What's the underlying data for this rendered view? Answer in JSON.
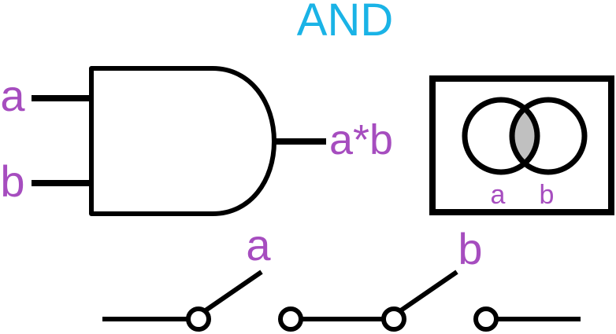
{
  "title": "AND",
  "gate": {
    "input_a": "a",
    "input_b": "b",
    "output": "a*b"
  },
  "venn": {
    "label_a": "a",
    "label_b": "b"
  },
  "switches": {
    "label_a": "a",
    "label_b": "b"
  },
  "colors": {
    "title": "#1AB3E6",
    "label": "#A64DBF",
    "stroke": "#000000",
    "overlap": "#C0C0C0"
  }
}
